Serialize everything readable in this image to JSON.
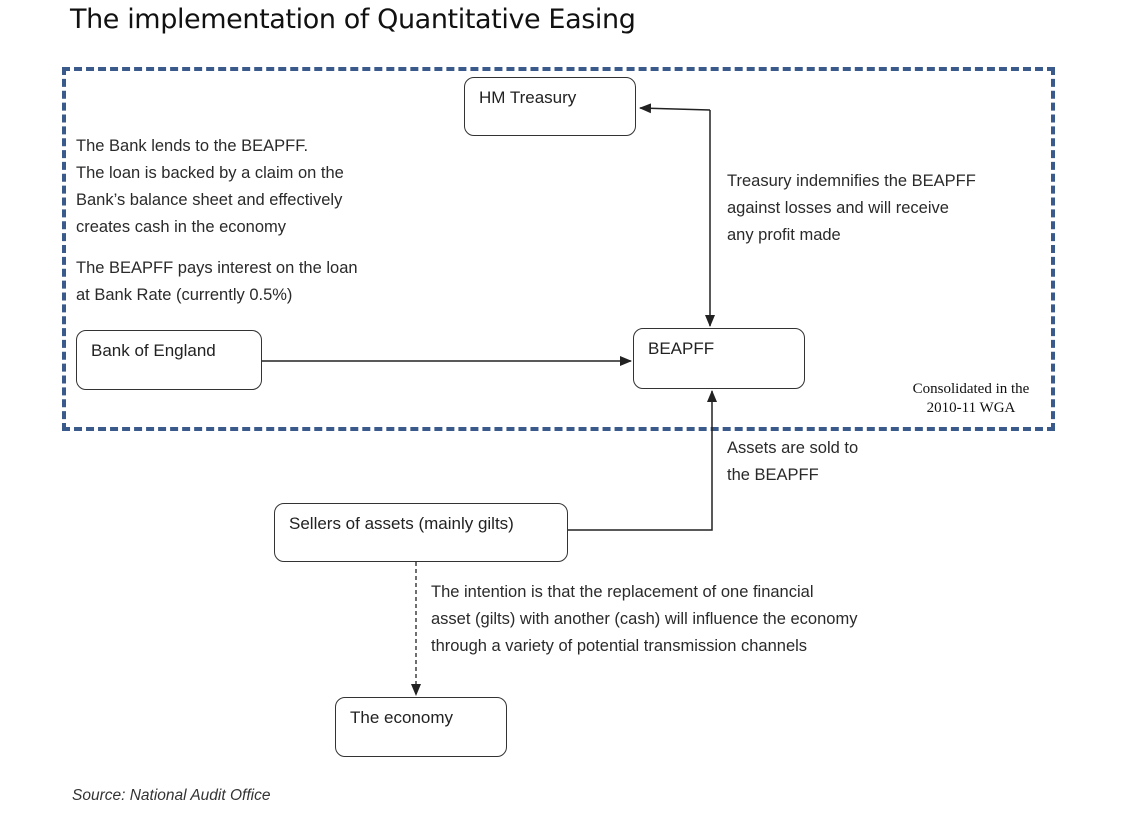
{
  "title": "The implementation of Quantitative Easing",
  "nodes": {
    "hm_treasury": "HM Treasury",
    "bank_of_england": "Bank of England",
    "beapff": "BEAPFF",
    "sellers": "Sellers of assets (mainly gilts)",
    "economy": "The economy"
  },
  "annotations": {
    "bank_lends": [
      "The Bank lends to the BEAPFF.",
      "The loan is backed by a claim on the",
      "Bank’s balance sheet and effectively",
      "creates cash in the economy"
    ],
    "interest": [
      "The BEAPFF pays interest on the loan",
      "at Bank Rate (currently 0.5%)"
    ],
    "treasury": [
      "Treasury indemnifies the BEAPFF",
      "against losses and will receive",
      "any profit made"
    ],
    "assets_sold": [
      "Assets are sold to",
      "the BEAPFF"
    ],
    "intention": [
      "The intention is that the replacement of one financial",
      "asset (gilts) with another (cash) will influence the economy",
      "through a variety of potential transmission channels"
    ],
    "consolidated": [
      "Consolidated in the",
      "2010-11 WGA"
    ]
  },
  "source": "Source: National Audit Office",
  "colors": {
    "dashed_border": "#3a5a8c",
    "text": "#222222"
  }
}
